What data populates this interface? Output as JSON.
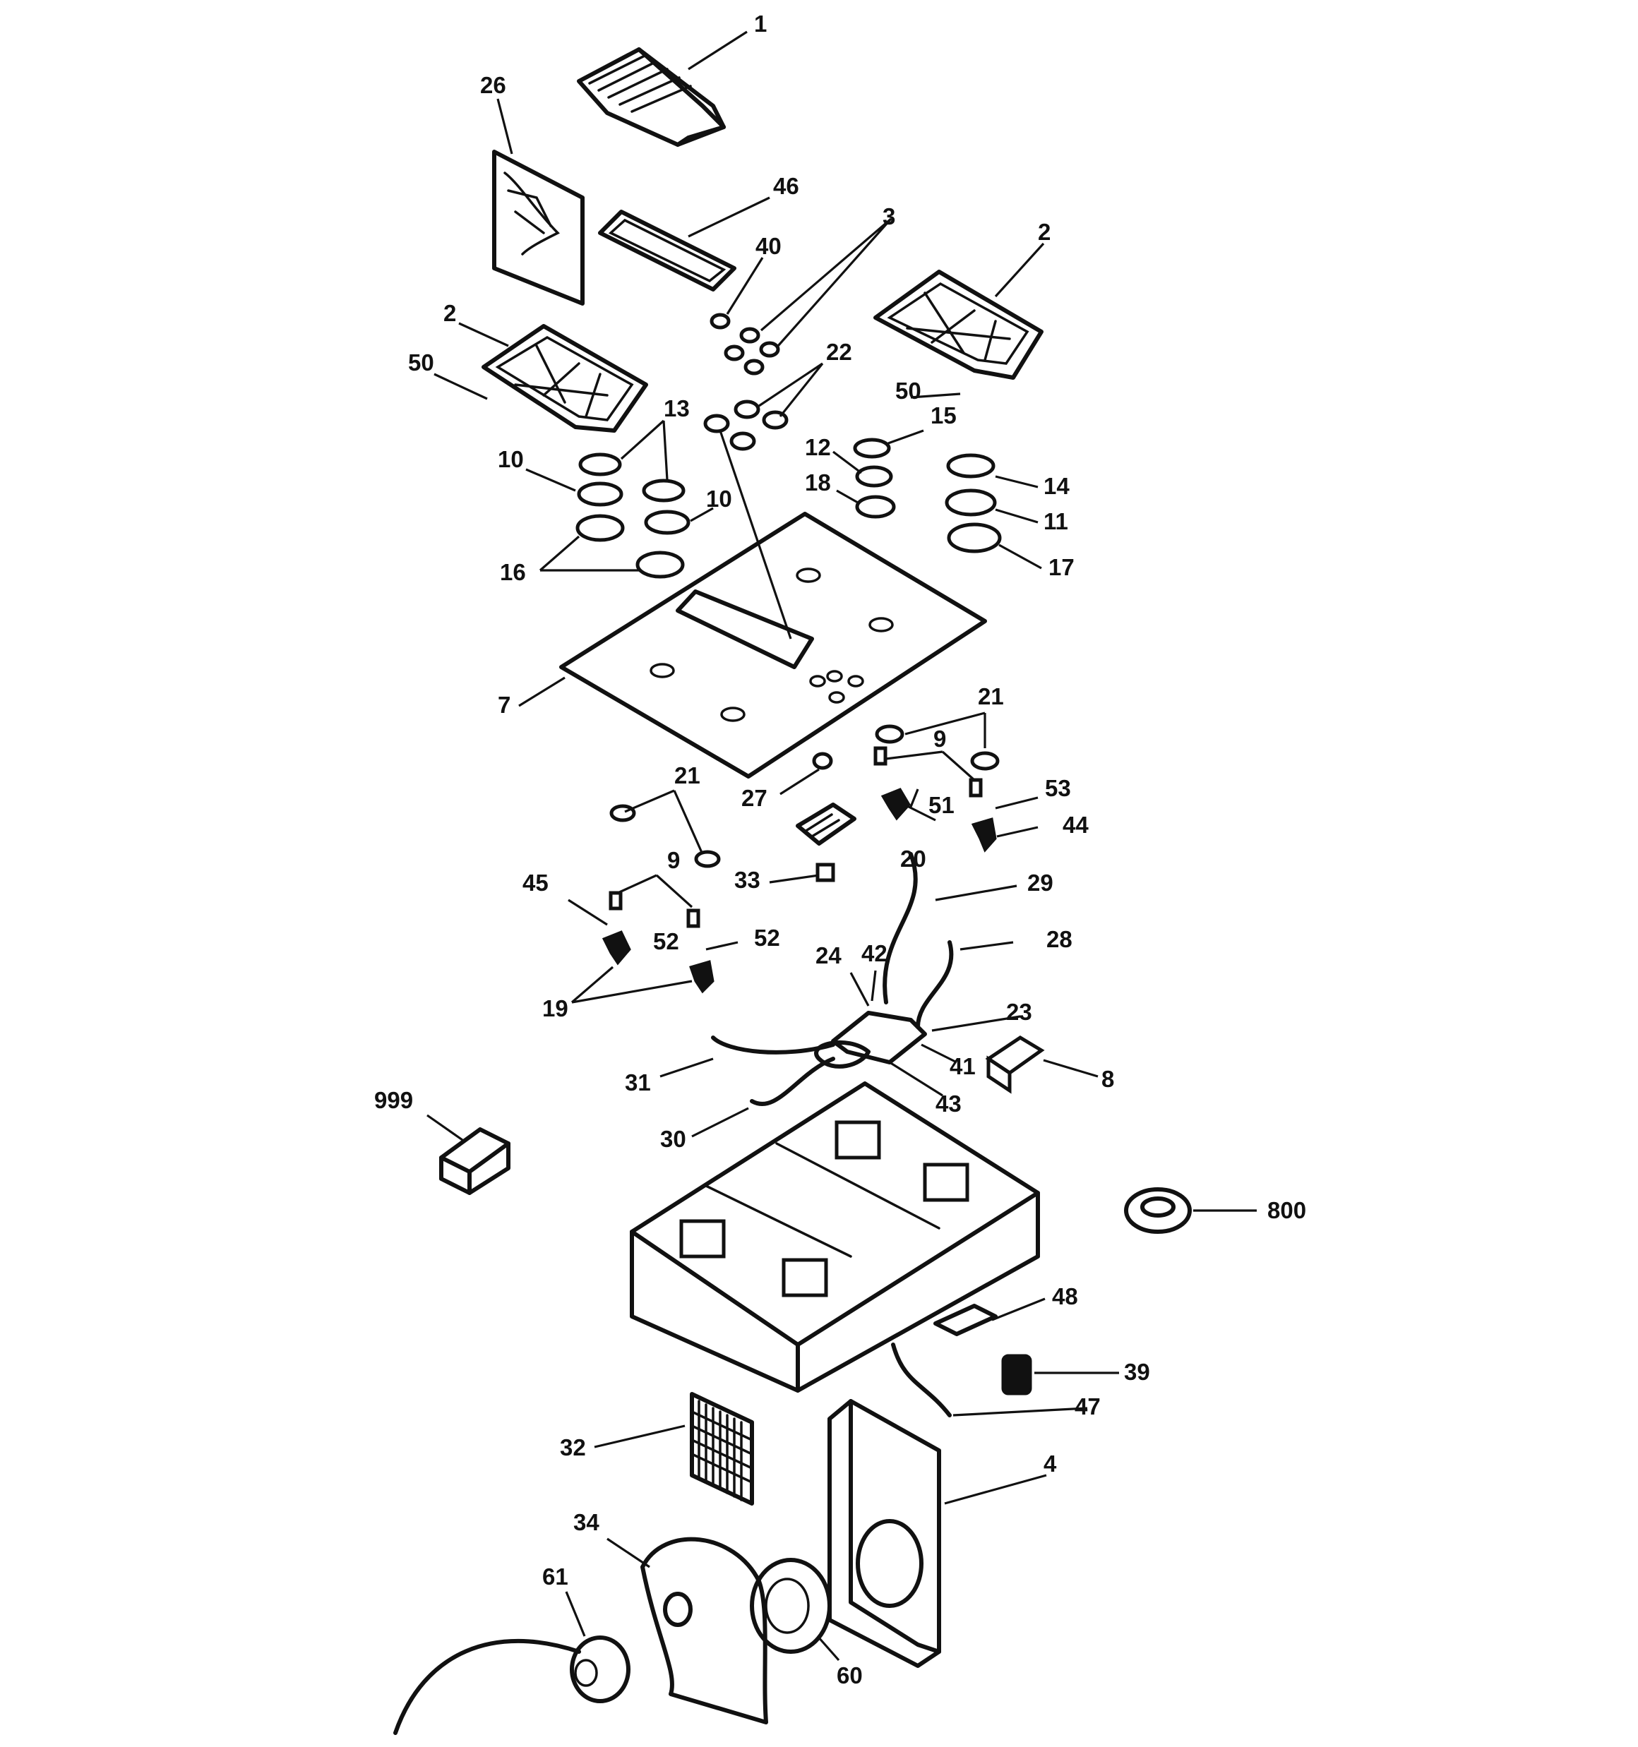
{
  "diagram": {
    "callouts": [
      {
        "id": "c1",
        "text": "1"
      },
      {
        "id": "c26",
        "text": "26"
      },
      {
        "id": "c46",
        "text": "46"
      },
      {
        "id": "c3",
        "text": "3"
      },
      {
        "id": "c40",
        "text": "40"
      },
      {
        "id": "c2a",
        "text": "2"
      },
      {
        "id": "c2b",
        "text": "2"
      },
      {
        "id": "c50a",
        "text": "50"
      },
      {
        "id": "c50b",
        "text": "50"
      },
      {
        "id": "c22",
        "text": "22"
      },
      {
        "id": "c13",
        "text": "13"
      },
      {
        "id": "c15",
        "text": "15"
      },
      {
        "id": "c12",
        "text": "12"
      },
      {
        "id": "c10a",
        "text": "10"
      },
      {
        "id": "c10b",
        "text": "10"
      },
      {
        "id": "c18",
        "text": "18"
      },
      {
        "id": "c14",
        "text": "14"
      },
      {
        "id": "c11",
        "text": "11"
      },
      {
        "id": "c16",
        "text": "16"
      },
      {
        "id": "c17",
        "text": "17"
      },
      {
        "id": "c7",
        "text": "7"
      },
      {
        "id": "c21a",
        "text": "21"
      },
      {
        "id": "c9a",
        "text": "9"
      },
      {
        "id": "c53",
        "text": "53"
      },
      {
        "id": "c27",
        "text": "27"
      },
      {
        "id": "c51",
        "text": "51"
      },
      {
        "id": "c44",
        "text": "44"
      },
      {
        "id": "c20",
        "text": "20"
      },
      {
        "id": "c21b",
        "text": "21"
      },
      {
        "id": "c9b",
        "text": "9"
      },
      {
        "id": "c33",
        "text": "33"
      },
      {
        "id": "c29",
        "text": "29"
      },
      {
        "id": "c45",
        "text": "45"
      },
      {
        "id": "c52a",
        "text": "52"
      },
      {
        "id": "c52b",
        "text": "52"
      },
      {
        "id": "c28",
        "text": "28"
      },
      {
        "id": "c24",
        "text": "24"
      },
      {
        "id": "c42",
        "text": "42"
      },
      {
        "id": "c19",
        "text": "19"
      },
      {
        "id": "c23",
        "text": "23"
      },
      {
        "id": "c41",
        "text": "41"
      },
      {
        "id": "c31",
        "text": "31"
      },
      {
        "id": "c8",
        "text": "8"
      },
      {
        "id": "c43",
        "text": "43"
      },
      {
        "id": "c999",
        "text": "999"
      },
      {
        "id": "c30",
        "text": "30"
      },
      {
        "id": "c800",
        "text": "800"
      },
      {
        "id": "c48",
        "text": "48"
      },
      {
        "id": "c39",
        "text": "39"
      },
      {
        "id": "c47",
        "text": "47"
      },
      {
        "id": "c32",
        "text": "32"
      },
      {
        "id": "c4",
        "text": "4"
      },
      {
        "id": "c34",
        "text": "34"
      },
      {
        "id": "c61",
        "text": "61"
      },
      {
        "id": "c60",
        "text": "60"
      }
    ]
  }
}
